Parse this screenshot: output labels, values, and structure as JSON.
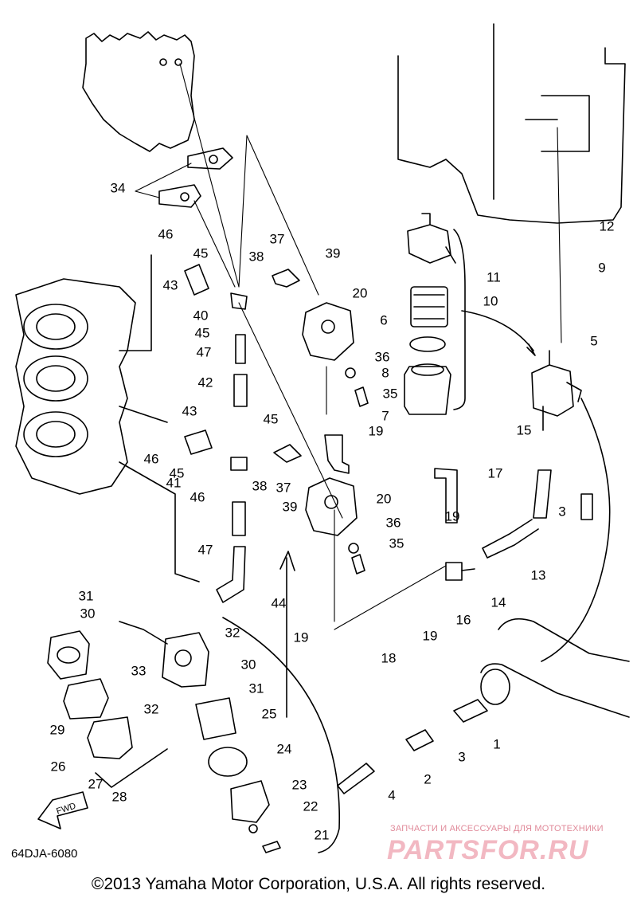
{
  "diagram": {
    "part_labels": [
      "1",
      "2",
      "3",
      "3",
      "4",
      "5",
      "6",
      "7",
      "8",
      "9",
      "10",
      "11",
      "12",
      "13",
      "14",
      "15",
      "16",
      "17",
      "18",
      "19",
      "19",
      "19",
      "19",
      "20",
      "20",
      "21",
      "22",
      "23",
      "24",
      "25",
      "26",
      "27",
      "28",
      "29",
      "30",
      "30",
      "31",
      "31",
      "32",
      "32",
      "33",
      "34",
      "35",
      "35",
      "36",
      "36",
      "37",
      "37",
      "38",
      "38",
      "39",
      "39",
      "40",
      "41",
      "42",
      "43",
      "43",
      "44",
      "45",
      "45",
      "45",
      "45",
      "46",
      "46",
      "46",
      "47",
      "47"
    ],
    "fwd_label": "FWD",
    "drawing_code": "64DJA-6080",
    "copyright": "©2013 Yamaha Motor Corporation, U.S.A. All rights reserved."
  },
  "watermark": {
    "tagline": "ЗАПЧАСТИ И АКСЕССУАРЫ ДЛЯ МОТОТЕХНИКИ",
    "brand": "PARTSFOR.RU"
  },
  "colors": {
    "line": "#000000",
    "watermark": "#f2b8c2"
  }
}
